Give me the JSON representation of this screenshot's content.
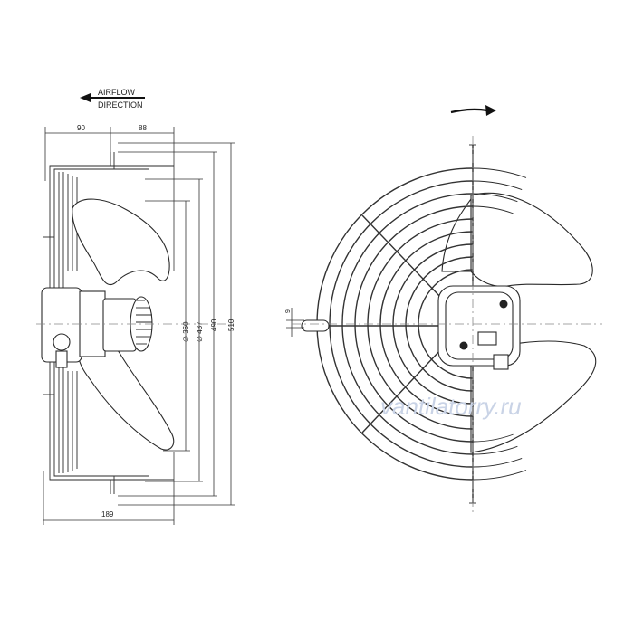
{
  "airflow": {
    "line1": "AIRFLOW",
    "line2": "DIRECTION"
  },
  "dimensions": {
    "top_left": "90",
    "top_right": "88",
    "bottom": "189",
    "d360": "∅ 360",
    "d437": "∅ 437",
    "h490": "490",
    "h510": "510",
    "offset": "9"
  },
  "watermark": "vantilatorry.ru",
  "icons": {
    "airflow_arrow": "arrow-left-icon",
    "rotation_arrow": "arrow-right-icon"
  }
}
